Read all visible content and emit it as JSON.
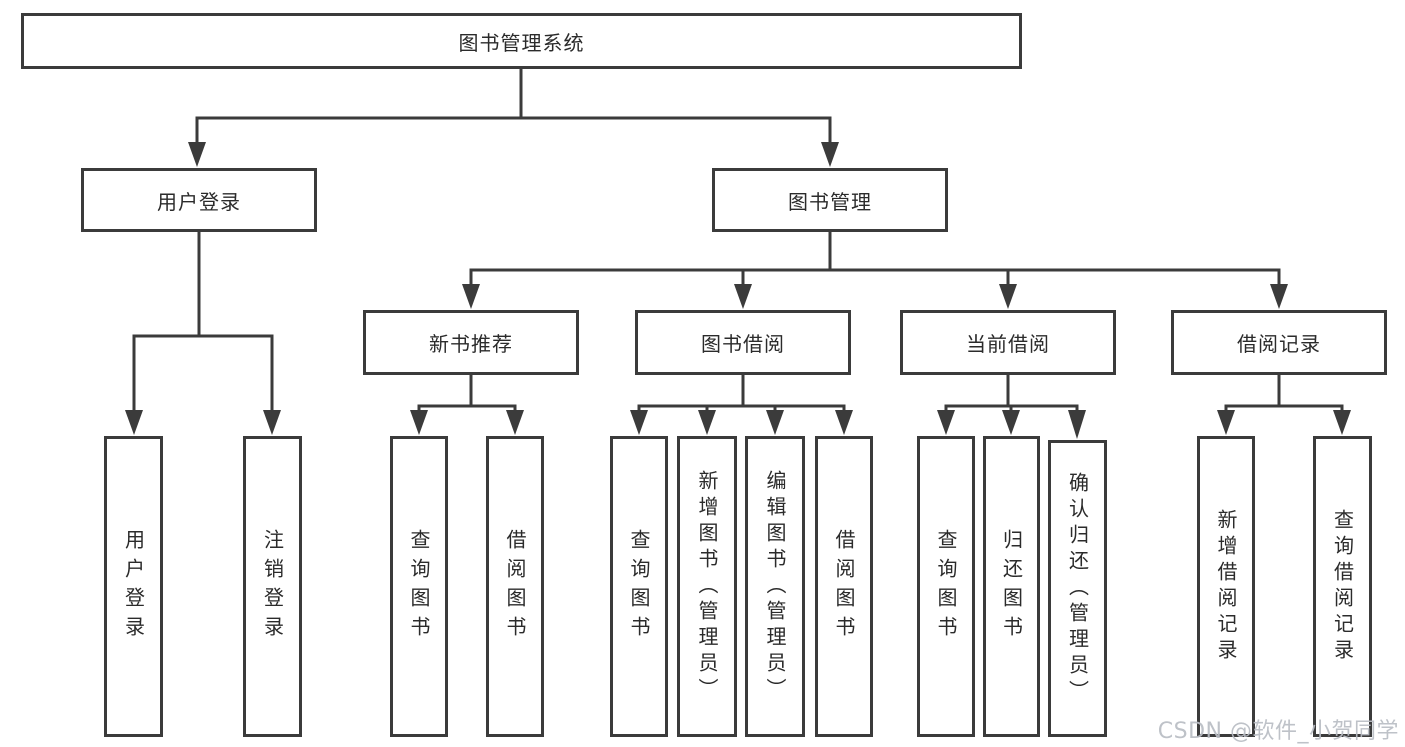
{
  "diagram": {
    "root": "图书管理系统",
    "branches": [
      {
        "label": "用户登录",
        "children": [
          "用户登录",
          "注销登录"
        ]
      },
      {
        "label": "图书管理",
        "children": [
          {
            "label": "新书推荐",
            "children": [
              "查询图书",
              "借阅图书"
            ]
          },
          {
            "label": "图书借阅",
            "children": [
              "查询图书",
              "新增图书（管理员）",
              "编辑图书（管理员）",
              "借阅图书"
            ]
          },
          {
            "label": "当前借阅",
            "children": [
              "查询图书",
              "归还图书",
              "确认归还（管理员）"
            ]
          },
          {
            "label": "借阅记录",
            "children": [
              "新增借阅记录",
              "查询借阅记录"
            ]
          }
        ]
      }
    ]
  },
  "watermark": "CSDN @软件_小贺同学",
  "colors": {
    "line": "#3b3b3b",
    "text": "#2b2b2b",
    "background": "#ffffff",
    "watermark": "#b9bdc4"
  }
}
